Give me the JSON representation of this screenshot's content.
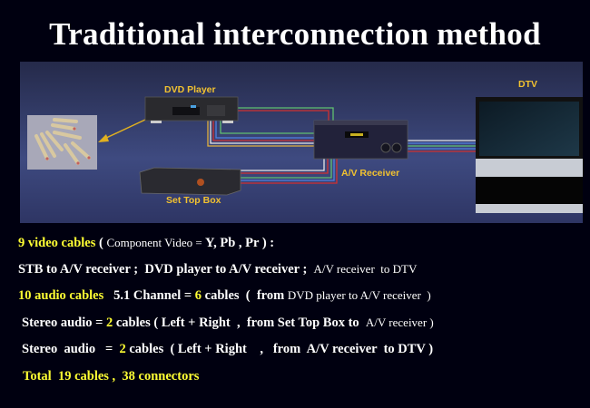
{
  "title": "Traditional interconnection method",
  "diagram": {
    "labels": {
      "dvd": "DVD Player",
      "receiver": "A/V Receiver",
      "stb": "Set Top Box",
      "dtv": "DTV"
    },
    "colors": {
      "panel": "#3a4478",
      "label": "#f2c230",
      "cable_red": "#d03030",
      "cable_green": "#60c070",
      "cable_blue": "#5080e0",
      "cable_white": "#e8e8e8",
      "cable_yellow": "#e0b040"
    }
  },
  "lines": [
    {
      "a": "9 video cables",
      "b": " ( ",
      "c": "Component Video = ",
      "d": "Y, Pb , Pr ) :"
    },
    {
      "a": "STB to A/V receiver ;  DVD player to A/V receiver ;  ",
      "b": "A/V receiver  to DTV"
    },
    {
      "a": "10 audio cables",
      "b": "   5.1 Channel = ",
      "c": "6",
      "d": " cables  (  from ",
      "e": "DVD player to A/V receiver  )"
    },
    {
      "a": "Stereo audio = ",
      "b": "2",
      "c": " cables ( Left + Right  ,  from Set Top Box to  ",
      "d": "A/V receiver )"
    },
    {
      "a": "Stereo  audio   =  ",
      "b": "2",
      "c": " cables  ( Left + Right    ,   from  A/V receiver  to DTV )"
    },
    {
      "a": "Total  19 cables ,  38 connectors"
    }
  ]
}
